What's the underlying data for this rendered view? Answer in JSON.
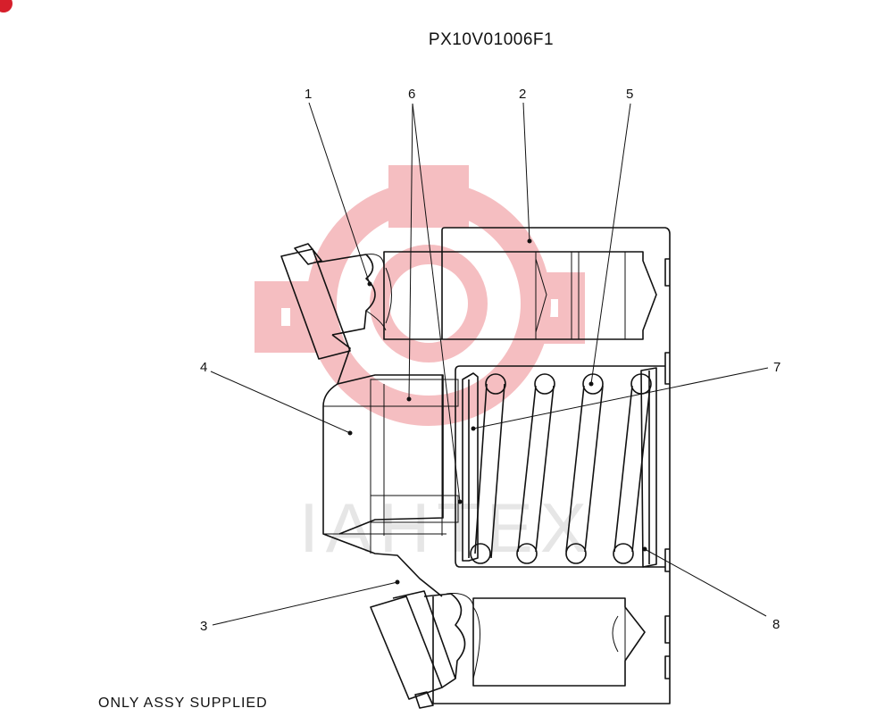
{
  "drawing_code": "PX10V01006F1",
  "note": "ONLY ASSY SUPPLIED",
  "callouts": [
    {
      "id": "1",
      "text": "1"
    },
    {
      "id": "6",
      "text": "6"
    },
    {
      "id": "2",
      "text": "2"
    },
    {
      "id": "5",
      "text": "5"
    },
    {
      "id": "4",
      "text": "4"
    },
    {
      "id": "7",
      "text": "7"
    },
    {
      "id": "3",
      "text": "3"
    },
    {
      "id": "8",
      "text": "8"
    }
  ],
  "watermark": {
    "text": "IAHTEX",
    "color": "#f4b8bb"
  },
  "colors": {
    "line": "#111111",
    "accent": "#d61f2b"
  }
}
